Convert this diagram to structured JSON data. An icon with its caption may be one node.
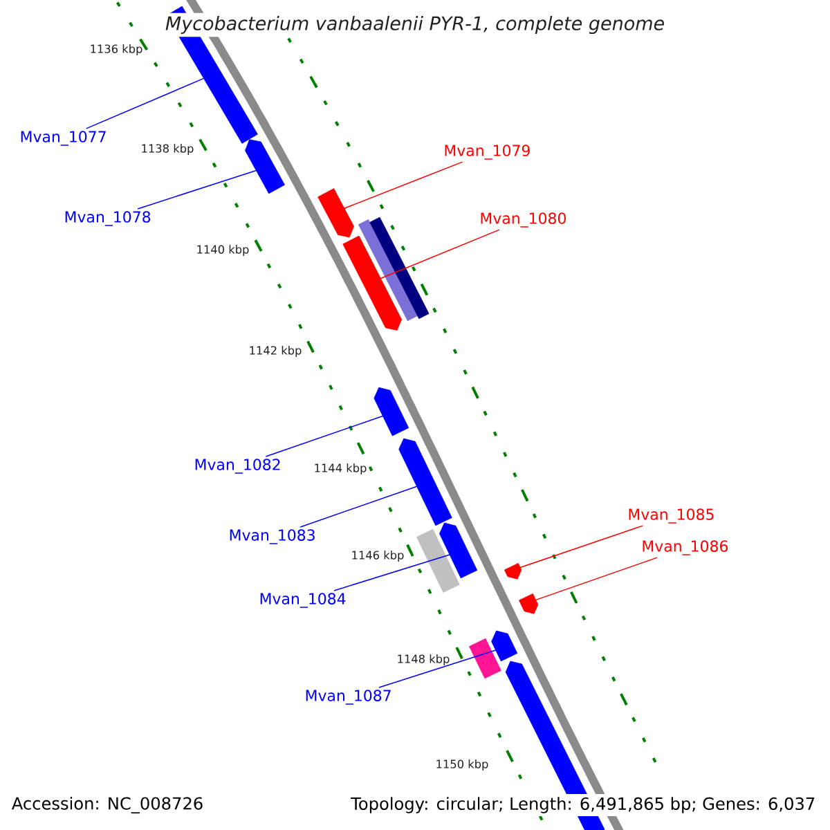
{
  "diagram": {
    "title": "Mycobacterium vanbaalenii PYR-1, complete genome",
    "nodes": [
      {
        "text": [
          "Mvan_1077"
        ]
      },
      {
        "text": [
          "Mvan_1078"
        ]
      },
      {
        "text": [
          "Mvan_1079"
        ]
      },
      {
        "text": [
          "Mvan_1080"
        ]
      },
      {
        "text": [
          "Mvan_1082"
        ]
      },
      {
        "text": [
          "Mvan_1083"
        ]
      },
      {
        "text": [
          "Mvan_1084"
        ]
      },
      {
        "text": [
          "Mvan_1085"
        ]
      },
      {
        "text": [
          "Mvan_1086"
        ]
      },
      {
        "text": [
          "Mvan_1087"
        ]
      },
      {
        "text": [],
        "shape": "bar"
      },
      {
        "text": [],
        "shape": "bar"
      },
      {
        "text": [],
        "shape": "bar"
      },
      {
        "text": [],
        "shape": "bar"
      },
      {
        "text": [],
        "shape": "bar"
      },
      {
        "text": [],
        "shape": "bar"
      },
      {
        "text": [],
        "shape": "bar"
      },
      {
        "text": [],
        "shape": "bar"
      },
      {
        "text": [],
        "shape": "bar"
      },
      {
        "text": [],
        "shape": "bar"
      },
      {
        "text": [],
        "shape": "bar"
      },
      {
        "text": [],
        "shape": "bar"
      },
      {
        "text": [],
        "shape": "bar"
      },
      {
        "text": [],
        "shape": "bar"
      },
      {
        "text": [],
        "shape": "bar"
      }
    ],
    "edges": [
      {
        "from": 0,
        "to": 10,
        "arrow": "none"
      },
      {
        "from": 1,
        "to": 11,
        "arrow": "none"
      },
      {
        "from": 2,
        "to": 12,
        "arrow": "none",
        "color": "#ff0000"
      },
      {
        "from": 3,
        "to": 13,
        "arrow": "none",
        "color": "#ff0000"
      },
      {
        "from": 4,
        "to": 16,
        "arrow": "none"
      },
      {
        "from": 5,
        "to": 17,
        "arrow": "none"
      },
      {
        "from": 6,
        "to": 18,
        "arrow": "none"
      },
      {
        "from": 7,
        "to": 20,
        "arrow": "none",
        "color": "#ff0000"
      },
      {
        "from": 8,
        "to": 21,
        "arrow": "none",
        "color": "#ff0000"
      },
      {
        "from": 9,
        "to": 23,
        "arrow": "none"
      }
    ],
    "labels": [
      "1136 kbp",
      "1138 kbp",
      "1140 kbp",
      "1142 kbp",
      "1144 kbp",
      "1146 kbp",
      "1148 kbp",
      "1150 kbp",
      "Accession: NC_008726",
      "Topology: circular; Length: 6,491,865 bp; Genes: 6,037"
    ]
  }
}
